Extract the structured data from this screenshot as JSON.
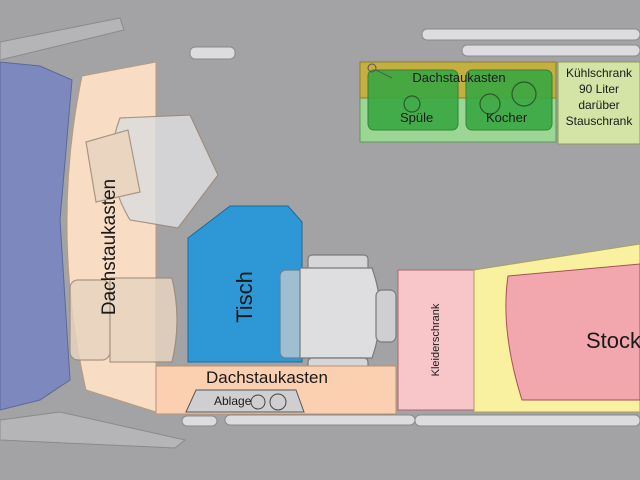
{
  "labels": {
    "dachstaukasten_top": "Dachstaukasten",
    "spuele": "Spüle",
    "kocher": "Kocher",
    "kuehlschrank": [
      "Kühlschrank",
      "90 Liter",
      "darüber",
      "Stauschrank"
    ],
    "dachstaukasten_left": "Dachstaukasten",
    "tisch": "Tisch",
    "dachstaukasten_bottom": "Dachstaukasten",
    "ablage": "Ablage",
    "kleiderschrank": "Kleiderschrank",
    "stock": "Stock"
  },
  "colors": {
    "background": "#a3a3a5",
    "windshield": "#7d88bf",
    "cab_panel": "#f8dcc4",
    "dachstaukasten_box": "#c4b040",
    "kitchen_green": "#3aa843",
    "kitchen_light": "#9bd694",
    "fridge": "#d4e4a6",
    "table": "#2e98d6",
    "bottom_box": "#fbd0b0",
    "wardrobe": "#f8c5c8",
    "bed_yellow": "#f9f1a0",
    "bed_pink": "#f2a6ae",
    "seat": "#c9c9cb"
  }
}
